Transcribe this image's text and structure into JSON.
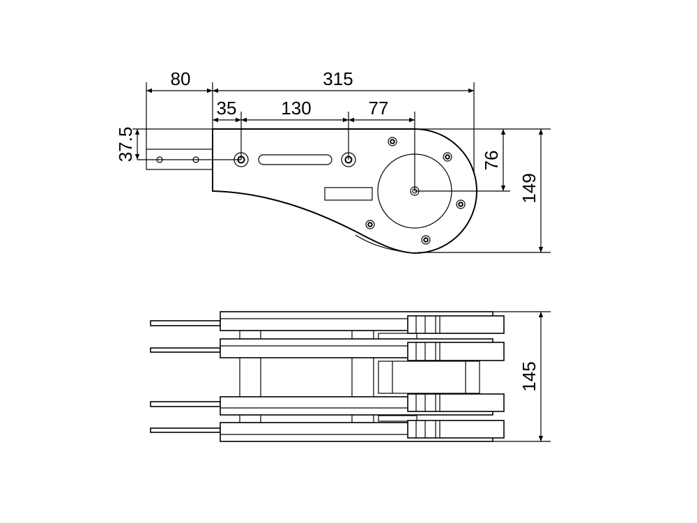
{
  "drawing": {
    "top_view": {
      "dimensions": {
        "tab_length": "80",
        "overall_length": "315",
        "first_hole_offset": "35",
        "hole_spacing": "130",
        "hub_offset": "77",
        "tab_height_offset": "37.5",
        "hub_height": "76",
        "overall_height": "149"
      }
    },
    "side_view": {
      "dimensions": {
        "overall_width": "145"
      }
    },
    "colors": {
      "line": "#000000",
      "background": "#ffffff"
    }
  }
}
